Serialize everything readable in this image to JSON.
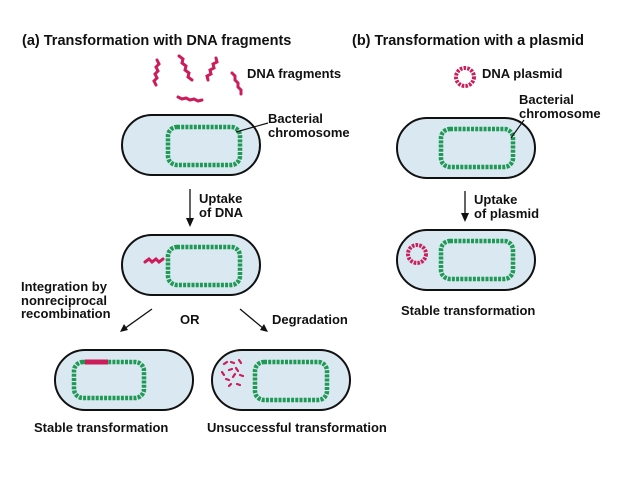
{
  "colors": {
    "cell_fill": "#d9e8f1",
    "cell_outline": "#111111",
    "chromosome": "#1f9a55",
    "dna": "#cc1c5a",
    "text": "#111111"
  },
  "panel_a": {
    "title": "(a)  Transformation with DNA fragments",
    "dna_fragments_label": "DNA fragments",
    "chromosome_label": "Bacterial\nchromosome",
    "uptake_label": "Uptake\nof DNA",
    "integration_label": "Integration by\nnonreciprocal\nrecombination",
    "or_label": "OR",
    "degradation_label": "Degradation",
    "stable_label": "Stable transformation",
    "unsuccessful_label": "Unsuccessful transformation"
  },
  "panel_b": {
    "title": "(b)  Transformation with a plasmid",
    "plasmid_label": "DNA plasmid",
    "chromosome_label": "Bacterial\nchromosome",
    "uptake_label": "Uptake\nof plasmid",
    "stable_label": "Stable transformation"
  }
}
